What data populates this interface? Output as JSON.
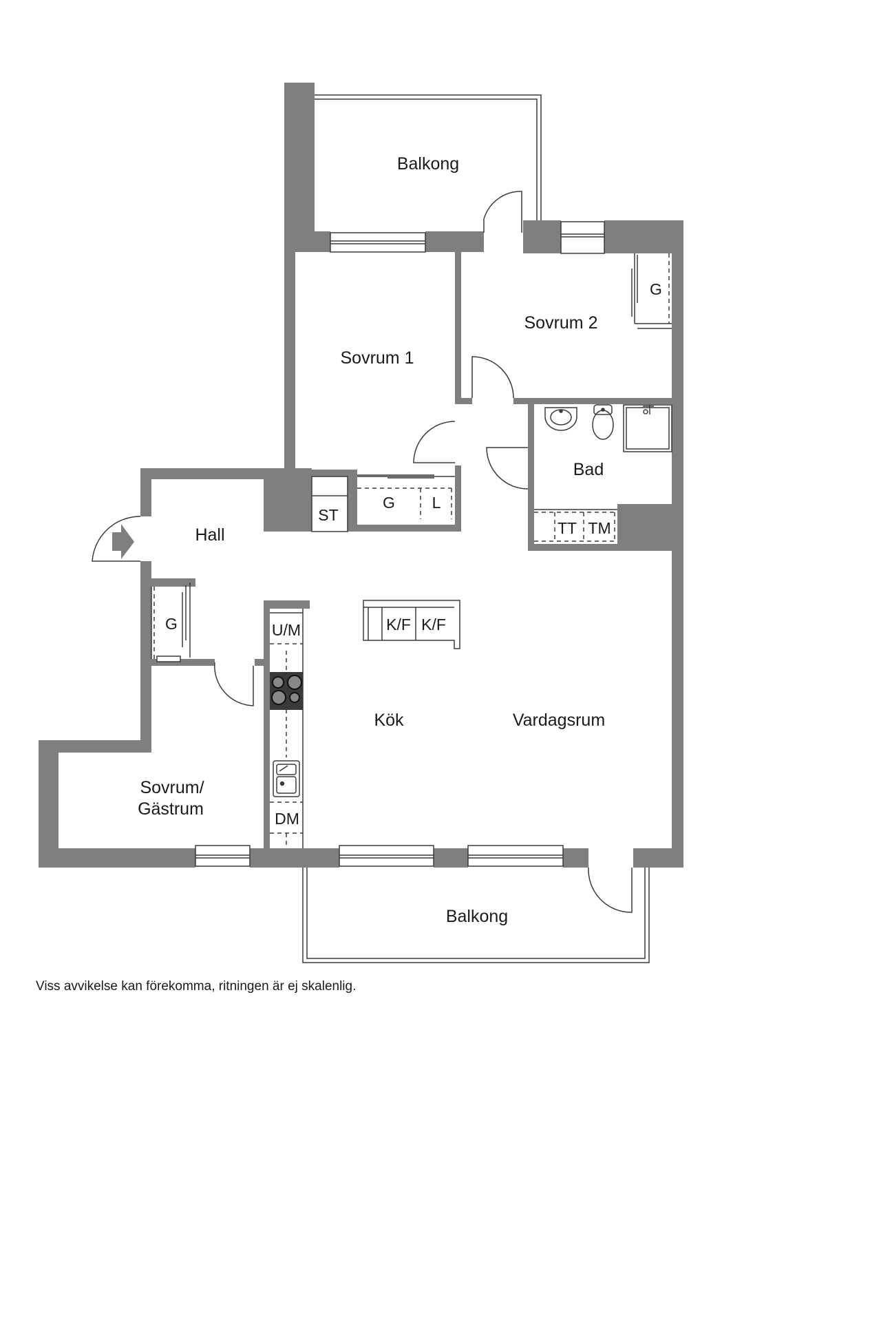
{
  "colors": {
    "wall": "#7d7f81",
    "line": "#3a3a3a",
    "background": "#ffffff"
  },
  "rooms": {
    "balkong_top": "Balkong",
    "sovrum_1": "Sovrum 1",
    "sovrum_2": "Sovrum 2",
    "bad": "Bad",
    "hall": "Hall",
    "kok": "Kök",
    "vardagsrum": "Vardagsrum",
    "sovrum_gastrum_line1": "Sovrum/",
    "sovrum_gastrum_line2": "Gästrum",
    "balkong_bottom": "Balkong"
  },
  "fixtures": {
    "garderob_sovrum2": "G",
    "garderob_sovrum1": "G",
    "linneskap": "L",
    "stadskap": "ST",
    "tvattmaskin": "TM",
    "torktumlare": "TT",
    "garderob_hall": "G",
    "ugn_mikro": "U/M",
    "kyl_frys_1": "K/F",
    "kyl_frys_2": "K/F",
    "diskmaskin": "DM"
  },
  "icons": {
    "entrance": "entrance-arrow-icon"
  },
  "disclaimer": "Viss avvikelse kan förekomma, ritningen är ej skalenlig."
}
